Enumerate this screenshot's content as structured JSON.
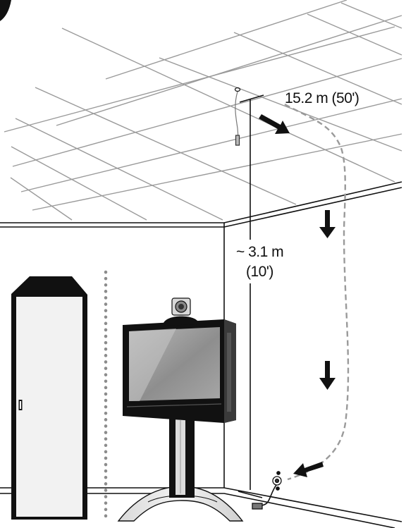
{
  "labels": {
    "cable_length": "15.2 m (50')",
    "ceiling_height_line1": "~ 3.1 m",
    "ceiling_height_line2": "(10')"
  },
  "colors": {
    "line": "#111111",
    "dashed_cable": "#9a9a9a",
    "screen": "#8f8f8f",
    "cabinet_fill": "#f2f2f2"
  },
  "icons": [
    "microphone-icon",
    "camera-icon",
    "wall-outlet-icon",
    "arrow-icon"
  ]
}
